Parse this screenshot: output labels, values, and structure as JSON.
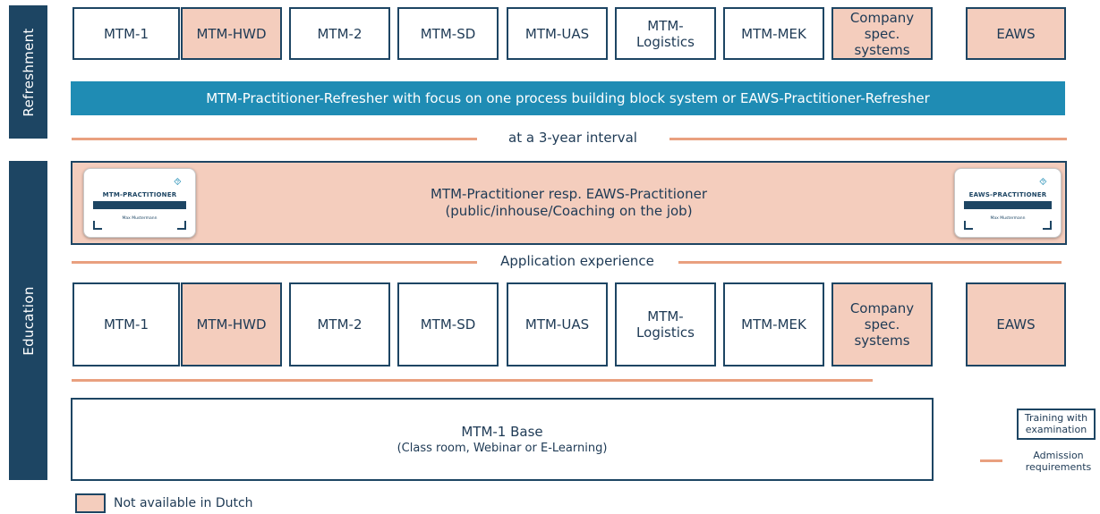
{
  "sections": {
    "refreshment": "Refreshment",
    "education": "Education"
  },
  "refresh_modules": [
    {
      "label": "MTM-1",
      "available_in_dutch": true
    },
    {
      "label": "MTM-HWD",
      "available_in_dutch": false
    },
    {
      "label": "MTM-2",
      "available_in_dutch": true
    },
    {
      "label": "MTM-SD",
      "available_in_dutch": true
    },
    {
      "label": "MTM-UAS",
      "available_in_dutch": true
    },
    {
      "label": "MTM-\nLogistics",
      "available_in_dutch": true
    },
    {
      "label": "MTM-MEK",
      "available_in_dutch": true
    },
    {
      "label": "Company\nspec.\nsystems",
      "available_in_dutch": false
    },
    {
      "label": "EAWS",
      "available_in_dutch": false
    }
  ],
  "education_modules": [
    {
      "label": "MTM-1",
      "available_in_dutch": true
    },
    {
      "label": "MTM-HWD",
      "available_in_dutch": false
    },
    {
      "label": "MTM-2",
      "available_in_dutch": true
    },
    {
      "label": "MTM-SD",
      "available_in_dutch": true
    },
    {
      "label": "MTM-UAS",
      "available_in_dutch": true
    },
    {
      "label": "MTM-\nLogistics",
      "available_in_dutch": true
    },
    {
      "label": "MTM-MEK",
      "available_in_dutch": true
    },
    {
      "label": "Company\nspec.\nsystems",
      "available_in_dutch": false
    },
    {
      "label": "EAWS",
      "available_in_dutch": false
    }
  ],
  "refresher_banner": "MTM-Practitioner-Refresher with focus on one process building  block system or EAWS-Practitioner-Refresher",
  "interval_label": "at a 3-year interval",
  "practitioner": {
    "line1": "MTM-Practitioner resp. EAWS-Practitioner",
    "line2": "(public/inhouse/Coaching on the job)",
    "card_left_title": "MTM-PRACTITIONER",
    "card_right_title": "EAWS-PRACTITIONER",
    "card_name": "Max Mustermann"
  },
  "experience_label": "Application experience",
  "base": {
    "title": "MTM-1 Base",
    "subtitle": "(Class room, Webinar or E-Learning)"
  },
  "legend": {
    "not_available": "Not available in Dutch",
    "training": "Training with\nexamination",
    "admission": "Admission\nrequirements"
  },
  "colors": {
    "navy": "#1d4563",
    "blue_banner": "#1f8cb4",
    "not_available_fill": "#f4cdbd",
    "admission_line": "#e9a07f"
  }
}
